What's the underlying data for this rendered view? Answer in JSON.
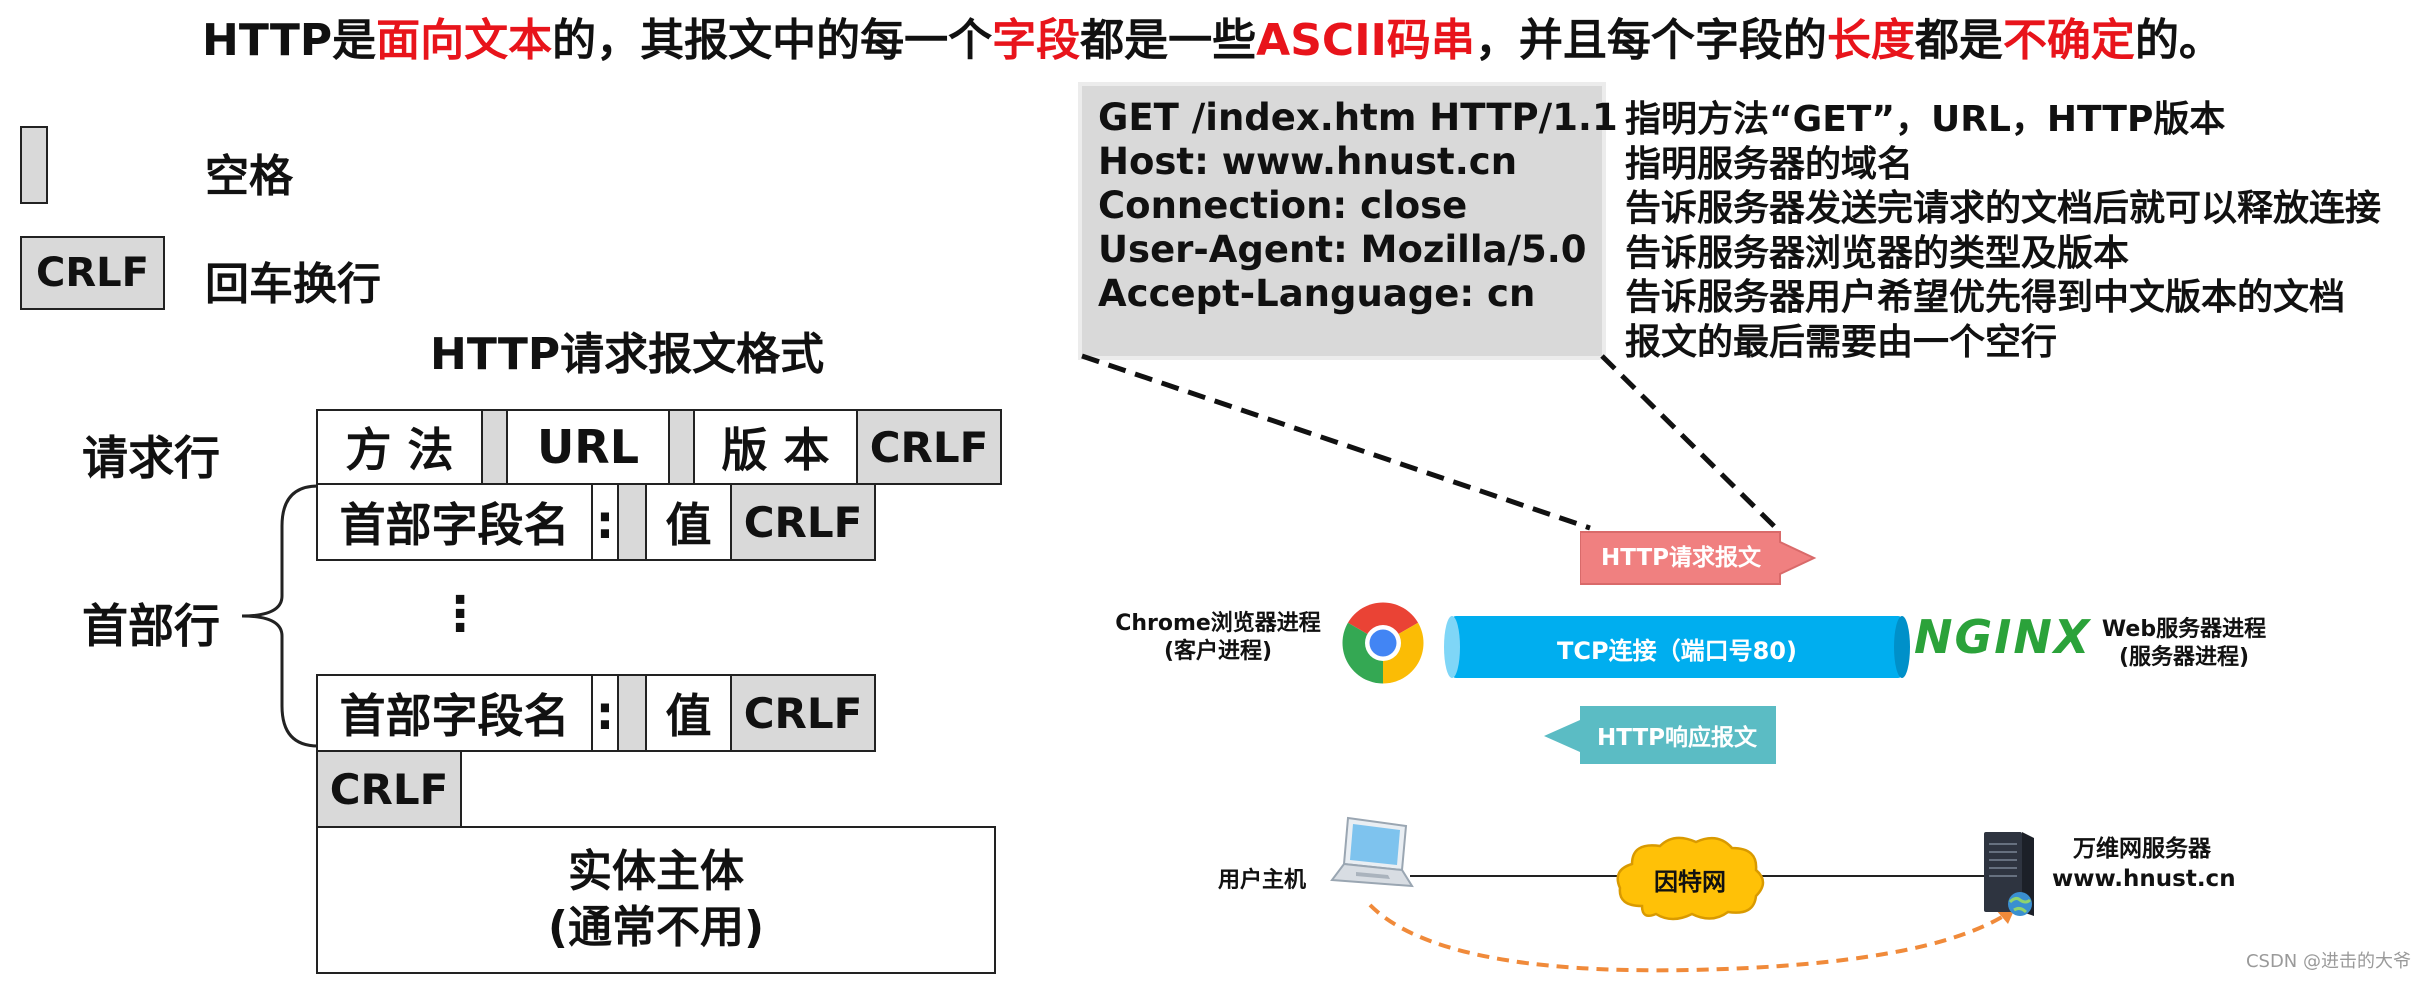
{
  "title": {
    "p1": "HTTP是",
    "r1": "面向文本",
    "p2": "的，其报文中的每一个",
    "r2": "字段",
    "p3": "都是一些",
    "r3": "ASCII码串",
    "p4": "，并且每个字段的",
    "r4": "长度",
    "p5": "都是",
    "r5": "不确定",
    "p6": "的。"
  },
  "legend": {
    "space_label": "空格",
    "crlf_box": "CRLF",
    "crlf_label": "回车换行"
  },
  "format": {
    "heading": "HTTP请求报文格式",
    "request_line_label": "请求行",
    "header_lines_label": "首部行",
    "method": "方 法",
    "url": "URL",
    "version": "版 本",
    "crlf": "CRLF",
    "header_field_name": "首部字段名",
    "colon": ":",
    "value": "值",
    "ellipsis": "⋮",
    "body_line1": "实体主体",
    "body_line2": "(通常不用)"
  },
  "example": {
    "request_lines": [
      "GET /index.htm HTTP/1.1",
      "Host: www.hnust.cn",
      "Connection: close",
      "User-Agent: Mozilla/5.0",
      "Accept-Language: cn"
    ],
    "explanations": [
      "指明方法“GET”，URL，HTTP版本",
      "指明服务器的域名",
      "告诉服务器发送完请求的文档后就可以释放连接",
      "告诉服务器浏览器的类型及版本",
      "告诉服务器用户希望优先得到中文版本的文档",
      "报文的最后需要由一个空行"
    ]
  },
  "network": {
    "request_arrow": "HTTP请求报文",
    "response_arrow": "HTTP响应报文",
    "tcp": "TCP连接（端口号80)",
    "client_l1": "Chrome浏览器进程",
    "client_l2": "(客户进程)",
    "server_l1": "Web服务器进程",
    "server_l2": "(服务器进程)",
    "nginx_logo": "NGINX",
    "user_host": "用户主机",
    "internet": "因特网",
    "web_server_l1": "万维网服务器",
    "web_server_l2": "www.hnust.cn",
    "request_arrow_color": "#f08080",
    "response_arrow_color": "#5bbcc4",
    "tcp_color": "#00aeef"
  },
  "watermark": "CSDN @进击的大爷"
}
